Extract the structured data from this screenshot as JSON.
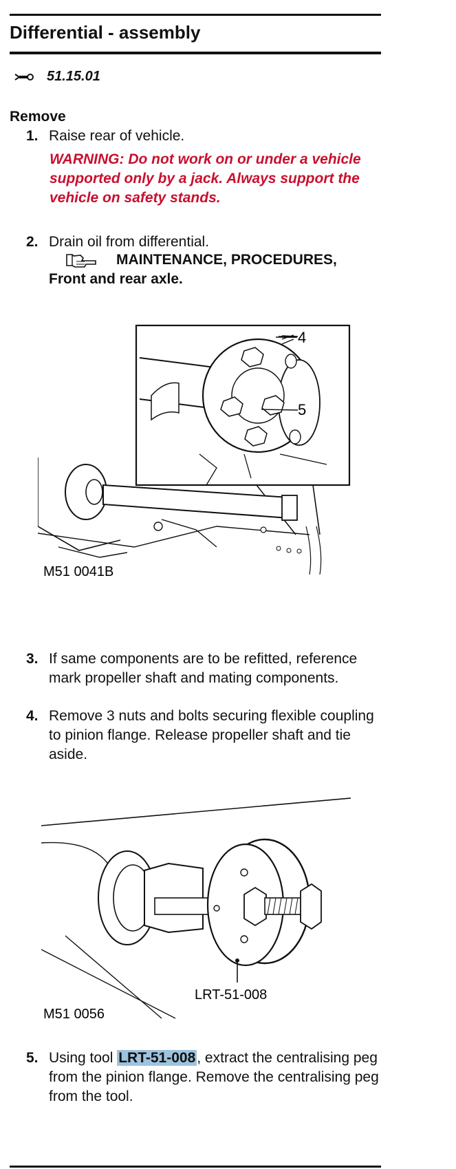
{
  "header": {
    "title": "Differential - assembly",
    "op_code": "51.15.01"
  },
  "section": {
    "title": "Remove"
  },
  "steps": [
    {
      "num": "1.",
      "text": "Raise rear of vehicle."
    },
    {
      "num": "2.",
      "text": "Drain oil from differential."
    },
    {
      "num": "3.",
      "text": "If same components are to be refitted, reference mark propeller shaft and mating components."
    },
    {
      "num": "4.",
      "text": "Remove 3 nuts and bolts securing flexible coupling to pinion flange. Release propeller shaft and tie aside."
    },
    {
      "num": "5.",
      "text_before": "Using tool ",
      "tool": "LRT-51-008",
      "text_after": ", extract the centralising peg from the pinion flange. Remove the centralising peg from the tool."
    }
  ],
  "warning": "WARNING: Do not work on or under a vehicle supported only by a jack. Always support the vehicle on safety stands.",
  "reference": {
    "text1": "MAINTENANCE, PROCEDURES,",
    "text2": "Front and rear axle."
  },
  "figure1": {
    "id": "M51 0041B",
    "callouts": [
      "4",
      "5"
    ]
  },
  "figure2": {
    "id": "M51 0056",
    "tool_label": "LRT-51-008"
  },
  "icons": [
    "wrench-icon",
    "pointing-hand-icon"
  ]
}
